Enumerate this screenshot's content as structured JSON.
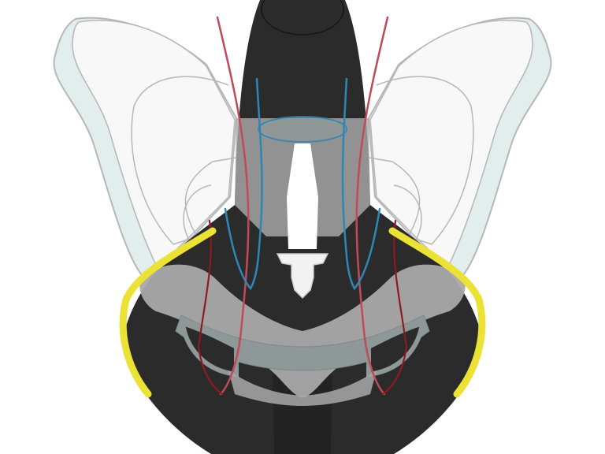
{
  "diagram": {
    "subject": "pelvis-anatomy-illustration",
    "colors": {
      "background": "#ffffff",
      "body": "#2b2b2b",
      "body_dark": "#222222",
      "bone_fill": "#f8f8f8",
      "bone_rim": "#e2eded",
      "bone_outline": "#b7b7b7",
      "pelvic_floor": "#a9a9a9",
      "pelvic_floor_dark": "#8f9898",
      "sacrum": "#ffffff",
      "artery": "#c04a57",
      "artery_dark": "#8f1a23",
      "ureter": "#2f86b5",
      "nerve": "#ece236"
    },
    "structures": [
      "body-silhouette",
      "left-iliac-wing",
      "right-iliac-wing",
      "sacrum",
      "pelvic-floor",
      "bladder-ring",
      "left-ureter",
      "right-ureter",
      "left-artery",
      "right-artery",
      "left-femoral-nerve",
      "right-femoral-nerve"
    ]
  }
}
